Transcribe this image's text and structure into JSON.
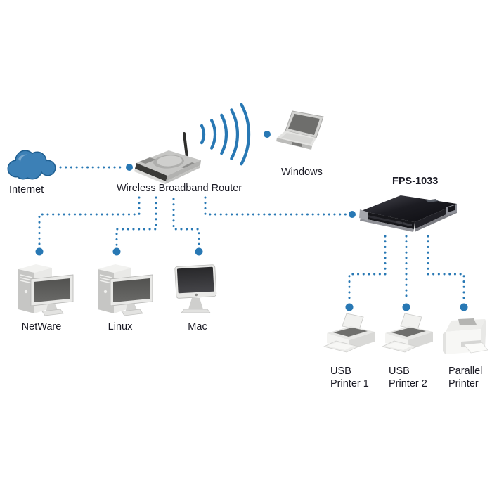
{
  "diagram": {
    "kind": "network-topology",
    "product": "FPS-1033"
  },
  "colors": {
    "background": "#ffffff",
    "connection_blue": "#2878b4",
    "cloud_fill": "#3c80b6",
    "cloud_outline": "#1e5e90",
    "label_text": "#1b1b25"
  },
  "nodes": {
    "internet": {
      "label": "Internet",
      "icon": "cloud-icon"
    },
    "router": {
      "label": "Wireless Broadband Router",
      "icon": "wireless-router-icon"
    },
    "windows": {
      "label": "Windows",
      "icon": "laptop-icon"
    },
    "print_server": {
      "label": "FPS-1033",
      "icon": "print-server-icon"
    },
    "netware": {
      "label": "NetWare",
      "icon": "desktop-tower-icon"
    },
    "linux": {
      "label": "Linux",
      "icon": "desktop-tower-icon"
    },
    "mac": {
      "label": "Mac",
      "icon": "imac-icon"
    },
    "usb_printer_1": {
      "label_line1": "USB",
      "label_line2": "Printer 1",
      "icon": "inkjet-printer-icon"
    },
    "usb_printer_2": {
      "label_line1": "USB",
      "label_line2": "Printer 2",
      "icon": "inkjet-printer-icon"
    },
    "parallel_printer": {
      "label_line1": "Parallel",
      "label_line2": "Printer",
      "icon": "laser-printer-icon"
    }
  },
  "connections": [
    {
      "from": "Internet",
      "to": "Wireless Broadband Router",
      "style": "dotted"
    },
    {
      "from": "Wireless Broadband Router",
      "to": "Windows",
      "style": "wireless-signal"
    },
    {
      "from": "Wireless Broadband Router",
      "to": "NetWare",
      "style": "dotted"
    },
    {
      "from": "Wireless Broadband Router",
      "to": "Linux",
      "style": "dotted"
    },
    {
      "from": "Wireless Broadband Router",
      "to": "Mac",
      "style": "dotted"
    },
    {
      "from": "Wireless Broadband Router",
      "to": "FPS-1033",
      "style": "dotted"
    },
    {
      "from": "FPS-1033",
      "to": "USB Printer 1",
      "style": "dotted"
    },
    {
      "from": "FPS-1033",
      "to": "USB Printer 2",
      "style": "dotted"
    },
    {
      "from": "FPS-1033",
      "to": "Parallel Printer",
      "style": "dotted"
    }
  ]
}
